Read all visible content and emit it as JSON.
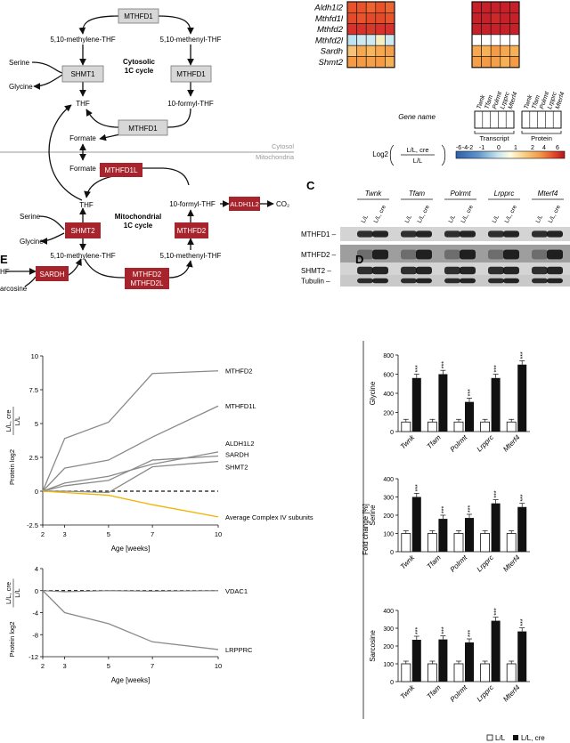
{
  "pathway": {
    "boxes": {
      "mthfd1_top": "MTHFD1",
      "shmt1": "SHMT1",
      "mthfd1_right": "MTHFD1",
      "mthfd1_mid": "MTHFD1",
      "mthfd1l": "MTHFD1L",
      "aldh1l2": "ALDH1L2",
      "shmt2": "SHMT2",
      "mthfd2": "MTHFD2",
      "sardh": "SARDH",
      "mthfd2_pair_1": "MTHFD2",
      "mthfd2_pair_2": "MTHFD2L"
    },
    "labels": {
      "methylene_thf_c": "5,10-methylene-THF",
      "methenyl_thf_c": "5,10-methenyl-THF",
      "serine_c": "Serine",
      "glycine_c": "Glycine",
      "cytosolic_1": "Cytosolic",
      "cytosolic_2": "1C cycle",
      "thf_c": "THF",
      "formyl_thf_c": "10-formyl-THF",
      "formate_1": "Formate",
      "formate_2": "Formate",
      "cytosol": "Cytosol",
      "mitochondria": "Mitochondria",
      "thf_m": "THF",
      "formyl_thf_m": "10-formyl-THF",
      "co2": "CO₂",
      "serine_m": "Serine",
      "mito_1": "Mitochondrial",
      "mito_2": "1C cycle",
      "glycine_m": "Glycine",
      "methylene_thf_m": "5,10-methylene-THF",
      "methenyl_thf_m": "5,10-methenyl-THF",
      "thf_cut": "HF",
      "sarcosine_cut": "arcosine"
    }
  },
  "heatmap": {
    "genes": [
      "Aldh1l2",
      "Mthfd1l",
      "Mthfd2",
      "Mthfd2l",
      "Sardh",
      "Shmt2"
    ],
    "key_title": "Gene name",
    "key_cols": [
      "Twnk",
      "Tfam",
      "Polrmt",
      "Lrpprc",
      "Mterf4"
    ],
    "transcript_label": "Transcript",
    "protein_label": "Protein",
    "scale_prefix": "Log2",
    "scale_num": "L/L, cre",
    "scale_den": "L/L",
    "scale_ticks": [
      "-6",
      "-4",
      "-2",
      "-1",
      "0",
      "1",
      "2",
      "4",
      "6"
    ],
    "left_colors": [
      [
        "#e8532b",
        "#e8532b",
        "#ec6530",
        "#e8532b",
        "#ec6530"
      ],
      [
        "#e34a2a",
        "#e8532b",
        "#e34a2a",
        "#e34a2a",
        "#e8532b"
      ],
      [
        "#d8302a",
        "#d8302a",
        "#d43a2a",
        "#d8302a",
        "#d8302a"
      ],
      [
        "#bfe3ef",
        "#cde9f2",
        "#cde9f2",
        "#f4eec2",
        "#cde9f2"
      ],
      [
        "#f7c277",
        "#f5a84f",
        "#f7b65e",
        "#f5a84f",
        "#f4a04a"
      ],
      [
        "#f59a45",
        "#f59a45",
        "#f4a04a",
        "#f59a45",
        "#f6b056"
      ]
    ],
    "right_colors": [
      [
        "#c62029",
        "#c62029",
        "#c62029",
        "#c62029",
        "#c62029"
      ],
      [
        "#c62029",
        "#c62029",
        "#cc2a2a",
        "#c62029",
        "#c62029"
      ],
      [
        "#c62029",
        "#c62029",
        "#c62029",
        "#c62029",
        "#c62029"
      ],
      [
        "#ffffff",
        "#ffffff",
        "#ffffff",
        "#ffffff",
        "#ffffff"
      ],
      [
        "#f5a84f",
        "#f6b056",
        "#f59a45",
        "#f5a84f",
        "#f6b056"
      ],
      [
        "#f4a04a",
        "#f59a45",
        "#f4a04a",
        "#f6b056",
        "#f59a45"
      ]
    ]
  },
  "blot": {
    "panel": "C",
    "groups": [
      "Twnk",
      "Tfam",
      "Polrmt",
      "Lrpprc",
      "Mterf4"
    ],
    "lane_a": "L/L",
    "lane_b": "L/L, cre",
    "rows": [
      "MTHFD1",
      "MTHFD2",
      "SHMT2",
      "Tubulin"
    ]
  },
  "panel_e": {
    "panel": "E",
    "chart_data": [
      {
        "type": "line",
        "title": "",
        "xlabel": "Age [weeks]",
        "ylabel": "Protein log2 (L/L, cre / L/L)",
        "x": [
          2,
          3,
          5,
          7,
          10
        ],
        "xlim": [
          2,
          10
        ],
        "ylim": [
          -2.5,
          10
        ],
        "yticks": [
          -2.5,
          0,
          2.5,
          5,
          7.5,
          10
        ],
        "series": [
          {
            "name": "MTHFD2",
            "color": "#8a8a8a",
            "values": [
              0,
              3.9,
              5.1,
              8.7,
              8.9
            ]
          },
          {
            "name": "MTHFD1L",
            "color": "#8a8a8a",
            "values": [
              0,
              1.7,
              2.3,
              4.0,
              6.3
            ]
          },
          {
            "name": "ALDH1L2",
            "color": "#8a8a8a",
            "values": [
              0,
              0.6,
              1.1,
              2.0,
              2.9
            ]
          },
          {
            "name": "SARDH",
            "color": "#8a8a8a",
            "values": [
              0,
              0.4,
              0.8,
              2.3,
              2.6
            ]
          },
          {
            "name": "SHMT2",
            "color": "#8a8a8a",
            "values": [
              0,
              0,
              -0.1,
              1.8,
              2.2
            ]
          },
          {
            "name": "Average Complex IV subunits",
            "color": "#f0b400",
            "values": [
              0,
              -0.1,
              -0.3,
              -1.0,
              -1.9
            ]
          }
        ]
      },
      {
        "type": "line",
        "title": "",
        "xlabel": "Age [weeks]",
        "ylabel": "Protein log2 (L/L, cre / L/L)",
        "x": [
          2,
          3,
          5,
          7,
          10
        ],
        "xlim": [
          2,
          10
        ],
        "ylim": [
          -12,
          4
        ],
        "yticks": [
          -12,
          -8,
          -4,
          0,
          4
        ],
        "series": [
          {
            "name": "VDAC1",
            "color": "#8a8a8a",
            "values": [
              0,
              -0.2,
              0,
              -0.1,
              0
            ]
          },
          {
            "name": "LRPPRC",
            "color": "#8a8a8a",
            "values": [
              0,
              -4.0,
              -6.0,
              -9.3,
              -10.7
            ]
          }
        ]
      }
    ]
  },
  "panel_d": {
    "panel": "D",
    "shared_ylabel": "Fold change [%]",
    "sig": "***",
    "legend": {
      "ll": "L/L",
      "cre": "L/L, cre"
    },
    "chart_data": [
      {
        "type": "bar",
        "ylabel": "Glycine",
        "categories": [
          "Twnk",
          "Tfam",
          "Polrmt",
          "Lrpprc",
          "Mterf4"
        ],
        "ylim": [
          0,
          800
        ],
        "yticks": [
          0,
          200,
          400,
          600,
          800
        ],
        "series": [
          {
            "name": "L/L",
            "values": [
              100,
              100,
              100,
              100,
              100
            ]
          },
          {
            "name": "L/L, cre",
            "values": [
              560,
              600,
              310,
              560,
              700
            ]
          }
        ]
      },
      {
        "type": "bar",
        "ylabel": "Serine",
        "categories": [
          "Twnk",
          "Tfam",
          "Polrmt",
          "Lrpprc",
          "Mterf4"
        ],
        "ylim": [
          0,
          400
        ],
        "yticks": [
          0,
          100,
          200,
          300,
          400
        ],
        "series": [
          {
            "name": "L/L",
            "values": [
              100,
              100,
              100,
              100,
              100
            ]
          },
          {
            "name": "L/L, cre",
            "values": [
              300,
              180,
              185,
              265,
              245
            ]
          }
        ]
      },
      {
        "type": "bar",
        "ylabel": "Sarcosine",
        "categories": [
          "Twnk",
          "Tfam",
          "Polrmt",
          "Lrpprc",
          "Mterf4"
        ],
        "ylim": [
          0,
          400
        ],
        "yticks": [
          0,
          100,
          200,
          300,
          400
        ],
        "series": [
          {
            "name": "L/L",
            "values": [
              100,
              100,
              100,
              100,
              100
            ]
          },
          {
            "name": "L/L, cre",
            "values": [
              235,
              237,
              220,
              342,
              282
            ]
          }
        ]
      }
    ]
  }
}
